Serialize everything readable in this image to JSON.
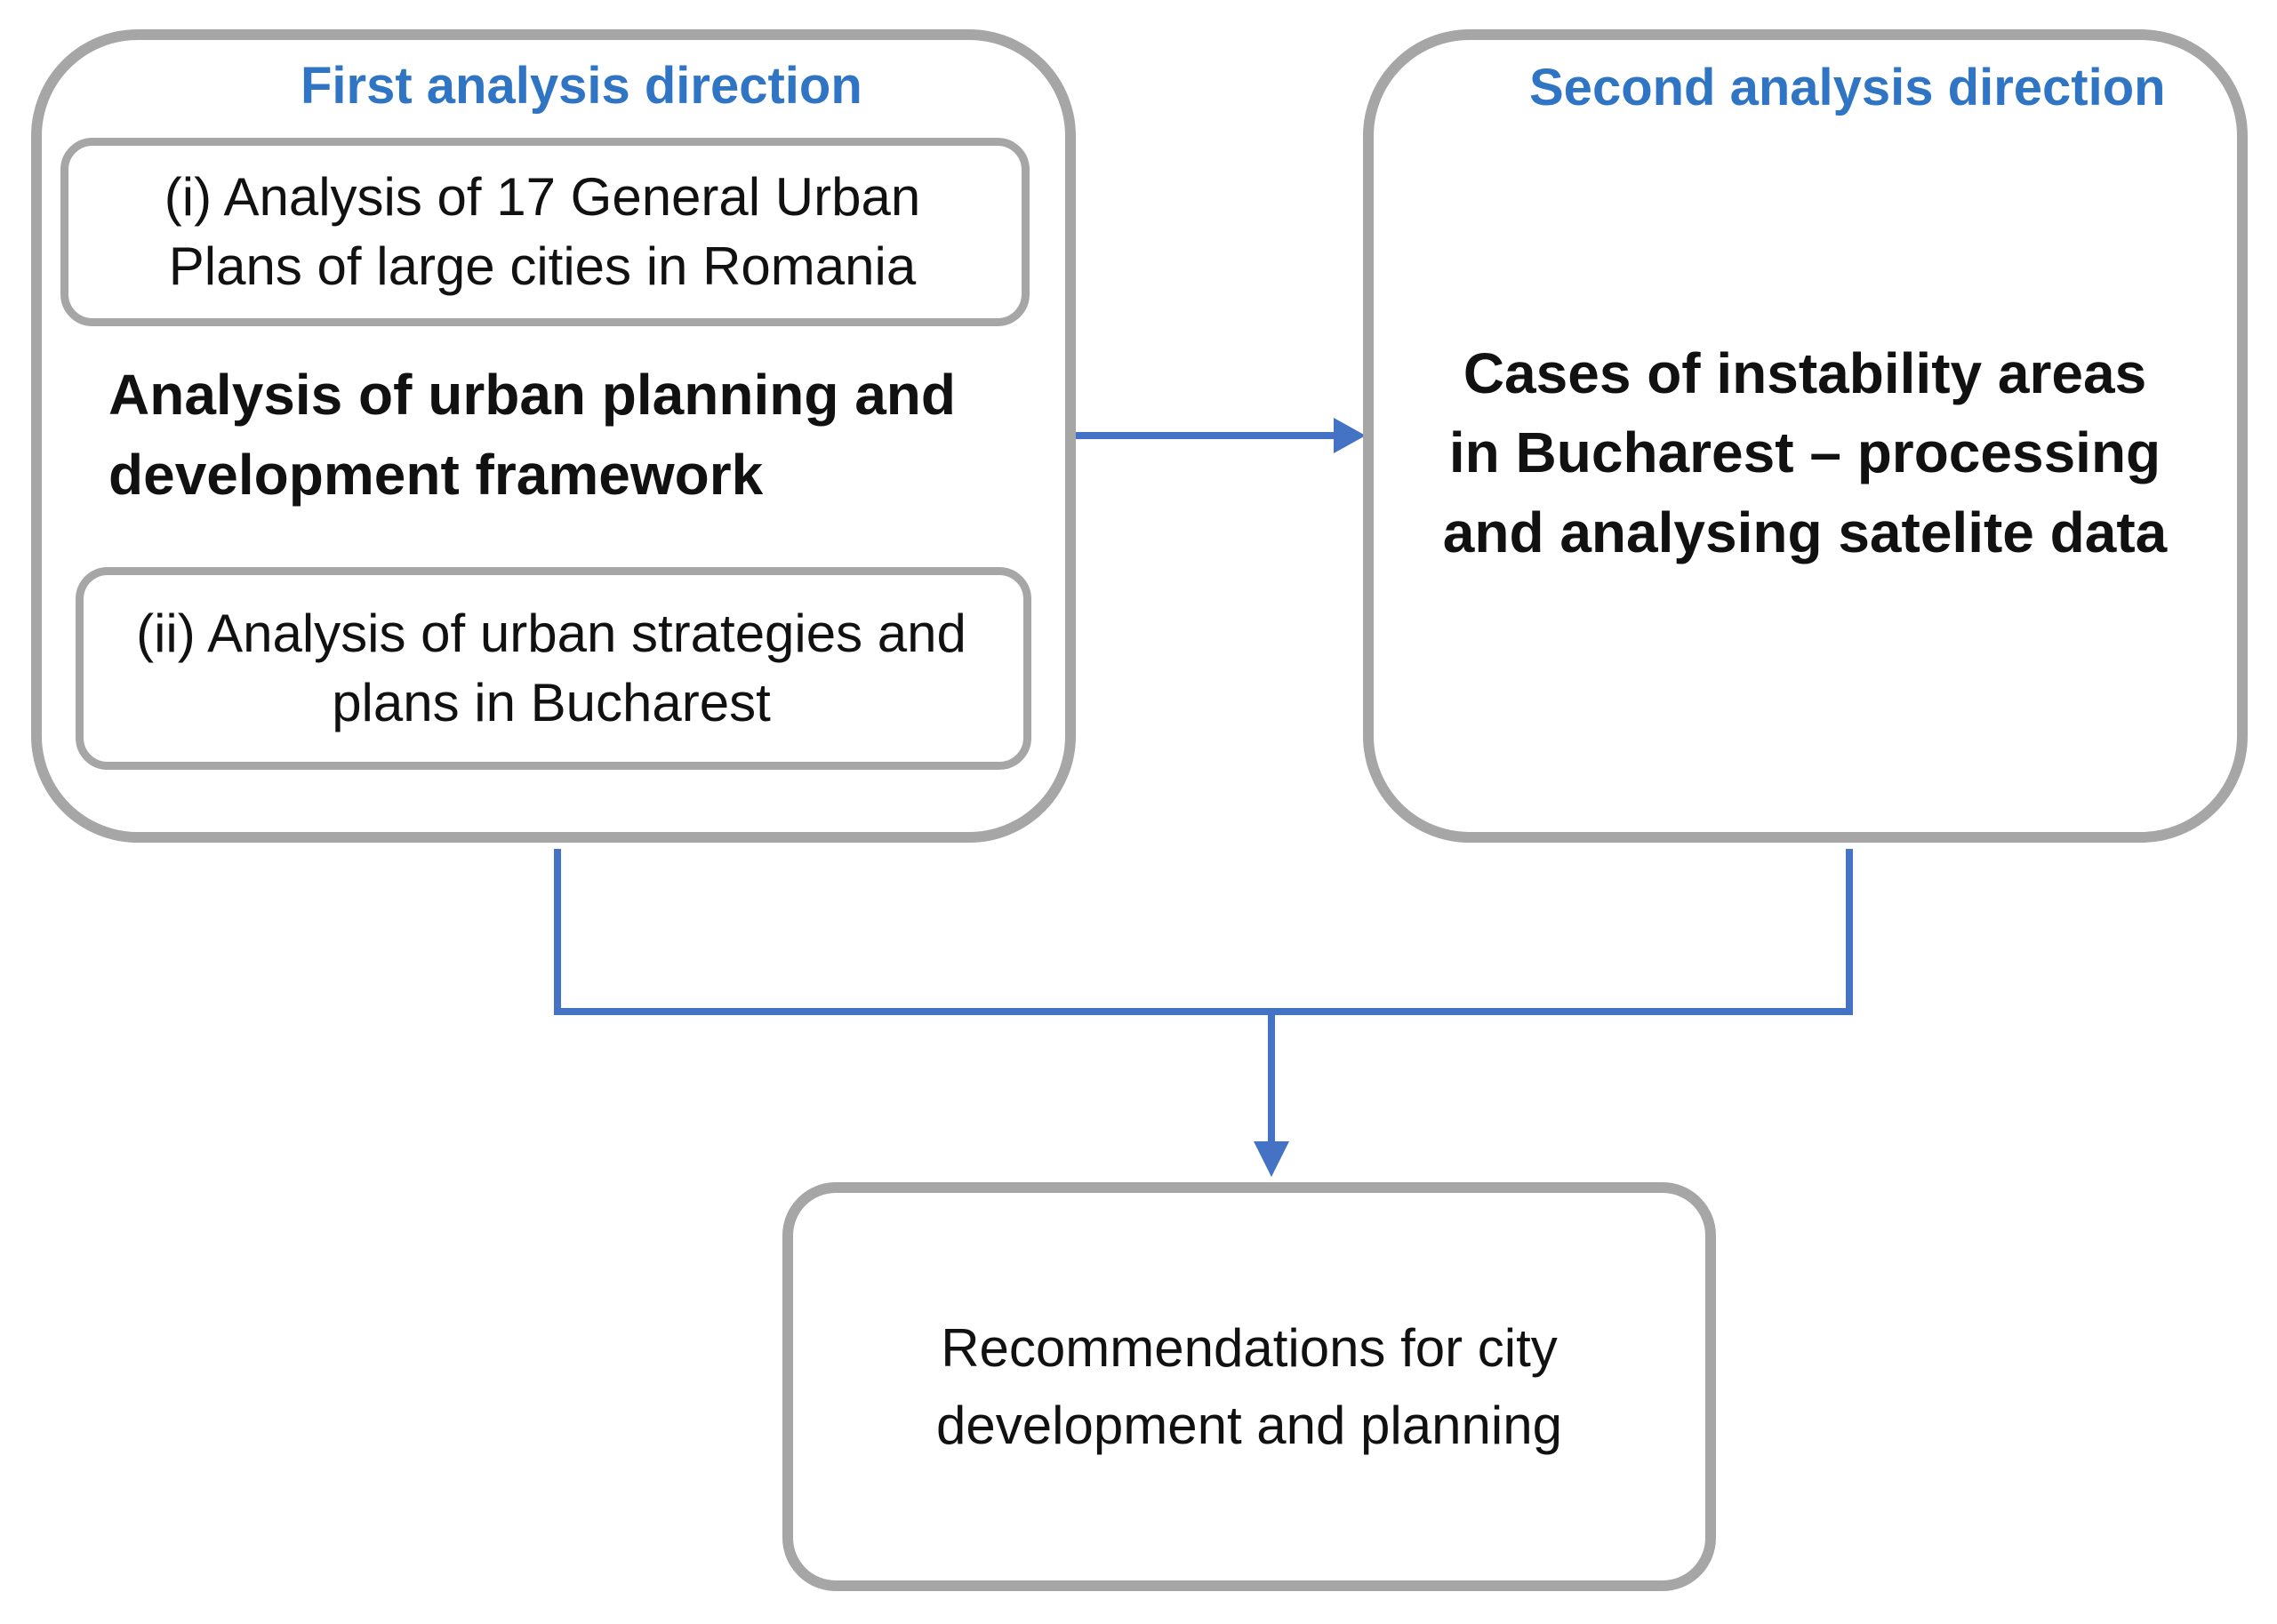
{
  "diagram": {
    "first_direction": {
      "heading": "First analysis direction",
      "item_i": "(i) Analysis of 17 General Urban Plans of large cities in Romania",
      "main": "Analysis of urban planning and development framework",
      "item_ii": "(ii) Analysis of urban strategies and plans in Bucharest"
    },
    "second_direction": {
      "heading": "Second analysis direction",
      "main": "Cases of instability areas in Bucharest – processing and analysing satelite data"
    },
    "result": {
      "text": "Recommendations for city development and planning"
    },
    "colors": {
      "heading": "#2f75c4",
      "connector": "#4472c4",
      "box_border": "#a6a6a6"
    }
  }
}
